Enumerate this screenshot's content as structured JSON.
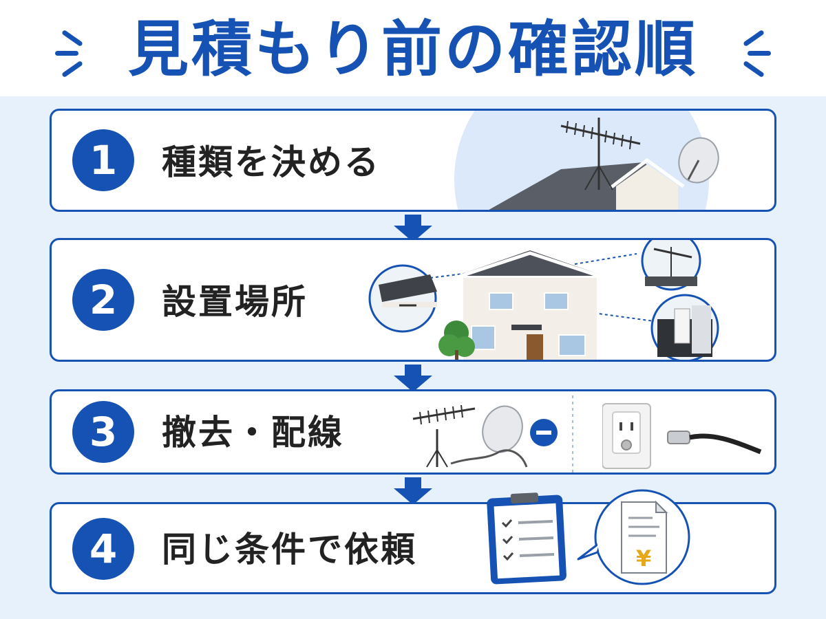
{
  "title": "見積もり前の確認順",
  "steps": [
    {
      "number": "1",
      "label": "種類を決める"
    },
    {
      "number": "2",
      "label": "設置場所"
    },
    {
      "number": "3",
      "label": "撤去・配線"
    },
    {
      "number": "4",
      "label": "同じ条件で依頼"
    }
  ],
  "yen_symbol": "¥",
  "colors": {
    "accent": "#1652b3",
    "background": "#e6f1fb"
  }
}
